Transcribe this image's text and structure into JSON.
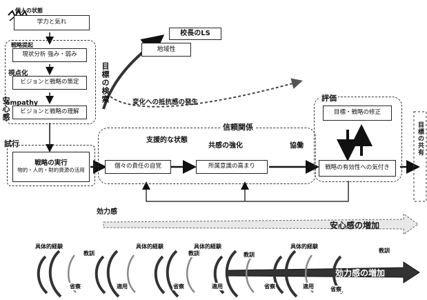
{
  "top_left": {
    "start_label": "個人の状態",
    "start_box": "学力と気れ"
  },
  "left_stack": {
    "stage1_label": "戦略提起",
    "stage1_box": "現状分析 強み・弱み",
    "stage2_label": "視点化",
    "stage2_box": "ビジョンと戦略の策定",
    "stage3_label": "empathy",
    "stage3_box": "ビジョンと戦略の理解"
  },
  "vertical_labels": {
    "left": "安心感",
    "goal_search": "目標の検索",
    "right_edge": "目標の共有"
  },
  "top_center": {
    "ls_label": "校長のLS",
    "regional_box": "地域性",
    "resistance": "変化への抵抗感の発生"
  },
  "execution": {
    "label": "試行",
    "box_title": "戦略の実行",
    "box_sub": "物的・人的・財的資源の活用"
  },
  "trust": {
    "title": "信頼関係",
    "col1": "支援的な状態",
    "col2": "共感の強化",
    "col3": "協働",
    "box1": "個々の責任の自覚",
    "box2": "所属意識の高まり"
  },
  "evaluation": {
    "label": "評価",
    "box1": "目標・戦略の修正",
    "box2": "戦略の有効性への気付き"
  },
  "efficacy_label": "効力感",
  "arrows": {
    "safety": "安心感の増加",
    "efficacy": "効力感の増加"
  },
  "spiral": {
    "experience": "具体的経験",
    "lesson": "教訓",
    "reflection": "省察",
    "application": "適用"
  },
  "colors": {
    "ink": "#111111",
    "gray": "#777777",
    "light": "#bbbbbb"
  }
}
